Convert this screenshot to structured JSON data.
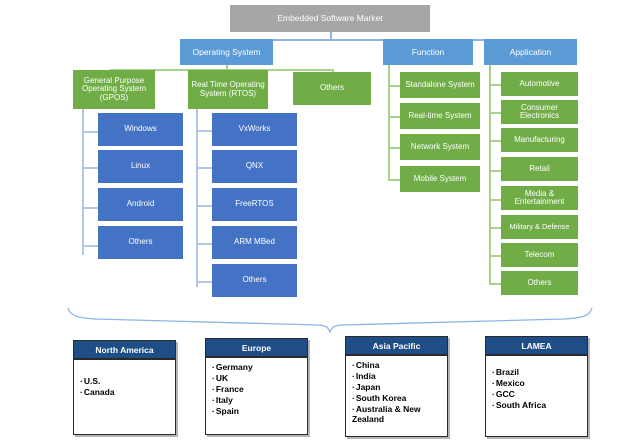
{
  "title": "Embedded Software Market",
  "segments": [
    {
      "name": "Operating System",
      "children": [
        {
          "name": "General Purpose Operating System (GPOS)",
          "items": [
            "Windows",
            "Linux",
            "Android",
            "Others"
          ]
        },
        {
          "name": "Real Time Operating System (RTOS)",
          "items": [
            "VxWorks",
            "QNX",
            "FreeRTOS",
            "ARM MBed",
            "Others"
          ]
        },
        {
          "name": "Others",
          "items": []
        }
      ]
    },
    {
      "name": "Function",
      "children": [
        {
          "name": "Standalone System",
          "items": []
        },
        {
          "name": "Real-time System",
          "items": []
        },
        {
          "name": "Network System",
          "items": []
        },
        {
          "name": "Mobile System",
          "items": []
        }
      ]
    },
    {
      "name": "Application",
      "children": [
        {
          "name": "Automotive",
          "items": []
        },
        {
          "name": "Consumer Electronics",
          "items": []
        },
        {
          "name": "Manufacturing",
          "items": []
        },
        {
          "name": "Retail",
          "items": []
        },
        {
          "name": "Media & Entertainment",
          "items": []
        },
        {
          "name": "Military & Defense",
          "items": []
        },
        {
          "name": "Telecom",
          "items": []
        },
        {
          "name": "Others",
          "items": []
        }
      ]
    }
  ],
  "regions": [
    {
      "name": "North America",
      "countries": [
        "U.S.",
        "Canada"
      ]
    },
    {
      "name": "Europe",
      "countries": [
        "Germany",
        "UK",
        "France",
        "Italy",
        "Spain"
      ]
    },
    {
      "name": "Asia Pacific",
      "countries": [
        "China",
        "India",
        "Japan",
        "South Korea",
        "Australia & New\nZealand"
      ]
    },
    {
      "name": "LAMEA",
      "countries": [
        "Brazil",
        "Mexico",
        "GCC",
        "South Africa"
      ]
    }
  ],
  "colors": {
    "root": "#a6a6a6",
    "level1": "#5b9bd5",
    "green": "#70ad47",
    "blue_leaf": "#4472c4",
    "region_header": "#1f4e87",
    "connector_blue": "#8eb4e3",
    "connector_green": "#a9d18e"
  }
}
